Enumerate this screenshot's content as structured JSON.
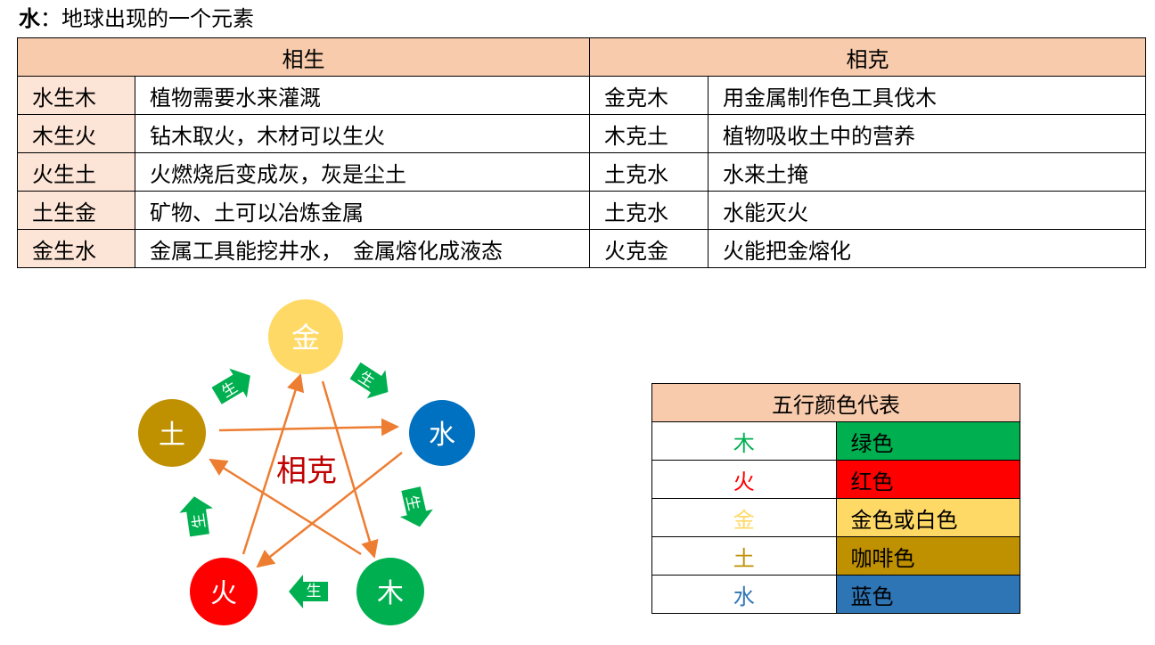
{
  "header": {
    "bold": "水",
    "rest": "：地球出现的一个元素"
  },
  "relations": {
    "sheng_header": "相生",
    "ke_header": "相克",
    "rows": [
      {
        "sheng_pair": "水生木",
        "sheng_desc": "植物需要水来灌溉",
        "ke_pair": "金克木",
        "ke_desc": "用金属制作色工具伐木"
      },
      {
        "sheng_pair": "木生火",
        "sheng_desc": "钻木取火，木材可以生火",
        "ke_pair": "木克土",
        "ke_desc": "植物吸收土中的营养"
      },
      {
        "sheng_pair": "火生土",
        "sheng_desc": "火燃烧后变成灰，灰是尘土",
        "ke_pair": "土克水",
        "ke_desc": "水来土掩"
      },
      {
        "sheng_pair": "土生金",
        "sheng_desc": "矿物、土可以冶炼金属",
        "ke_pair": "土克水",
        "ke_desc": "水能灭火"
      },
      {
        "sheng_pair": "金生水",
        "sheng_desc": "金属工具能挖井水，　金属熔化成液态",
        "ke_pair": "火克金",
        "ke_desc": "火能把金熔化"
      }
    ]
  },
  "diagram": {
    "center_label": "相克",
    "arrow_label": "生",
    "nodes": {
      "gold": {
        "label": "金",
        "color": "#ffd966"
      },
      "water": {
        "label": "水",
        "color": "#0070c0"
      },
      "wood": {
        "label": "木",
        "color": "#00b050"
      },
      "fire": {
        "label": "火",
        "color": "#ff0000"
      },
      "earth": {
        "label": "土",
        "color": "#bf9000"
      }
    },
    "sheng_arrow_color": "#00b050",
    "ke_arrow_color": "#ed7d31"
  },
  "colors": {
    "title": "五行颜色代表",
    "rows": [
      {
        "element": "木",
        "element_color": "#00b050",
        "name": "绿色",
        "swatch": "#00b050"
      },
      {
        "element": "火",
        "element_color": "#ff0000",
        "name": "红色",
        "swatch": "#ff0000"
      },
      {
        "element": "金",
        "element_color": "#ffd966",
        "name": "金色或白色",
        "swatch": "#ffd966"
      },
      {
        "element": "土",
        "element_color": "#bf9000",
        "name": "咖啡色",
        "swatch": "#bf9000"
      },
      {
        "element": "水",
        "element_color": "#2e75b6",
        "name": "蓝色",
        "swatch": "#2e75b6"
      }
    ]
  }
}
